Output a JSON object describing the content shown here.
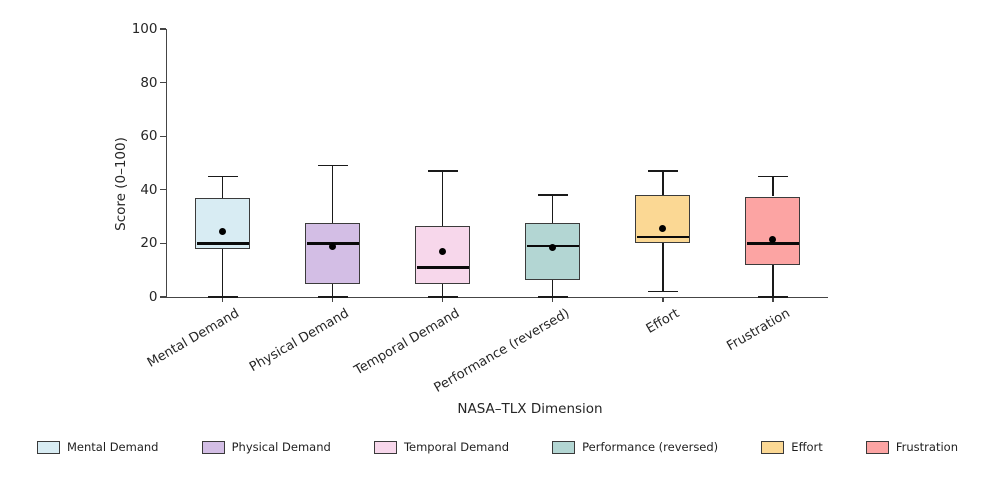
{
  "chart_data": {
    "type": "box",
    "title": "",
    "xlabel": "NASA–TLX Dimension",
    "ylabel": "Score (0–100)",
    "ylim": [
      0,
      100
    ],
    "yticks": [
      0,
      20,
      40,
      60,
      80,
      100
    ],
    "grid": false,
    "legend_position": "bottom",
    "categories": [
      "Mental Demand",
      "Physical Demand",
      "Temporal Demand",
      "Performance (reversed)",
      "Effort",
      "Frustration"
    ],
    "series": [
      {
        "name": "Mental Demand",
        "color": "#d8ecf3",
        "whisker_low": 0,
        "q1": 18,
        "median": 20,
        "q3": 37,
        "whisker_high": 45,
        "mean": 24.5
      },
      {
        "name": "Physical Demand",
        "color": "#d3bee5",
        "whisker_low": 0,
        "q1": 5,
        "median": 20,
        "q3": 27.5,
        "whisker_high": 49,
        "mean": 19
      },
      {
        "name": "Temporal Demand",
        "color": "#f7d7eb",
        "whisker_low": 0,
        "q1": 5,
        "median": 11,
        "q3": 26.5,
        "whisker_high": 47,
        "mean": 17
      },
      {
        "name": "Performance (reversed)",
        "color": "#b3d6d3",
        "whisker_low": 0,
        "q1": 6.5,
        "median": 19,
        "q3": 27.5,
        "whisker_high": 38,
        "mean": 18.5
      },
      {
        "name": "Effort",
        "color": "#fbd894",
        "whisker_low": 2,
        "q1": 20,
        "median": 22.5,
        "q3": 38,
        "whisker_high": 47,
        "mean": 25.5
      },
      {
        "name": "Frustration",
        "color": "#fca4a3",
        "whisker_low": 0,
        "q1": 12,
        "median": 20,
        "q3": 37.5,
        "whisker_high": 45,
        "mean": 21.5
      }
    ]
  }
}
